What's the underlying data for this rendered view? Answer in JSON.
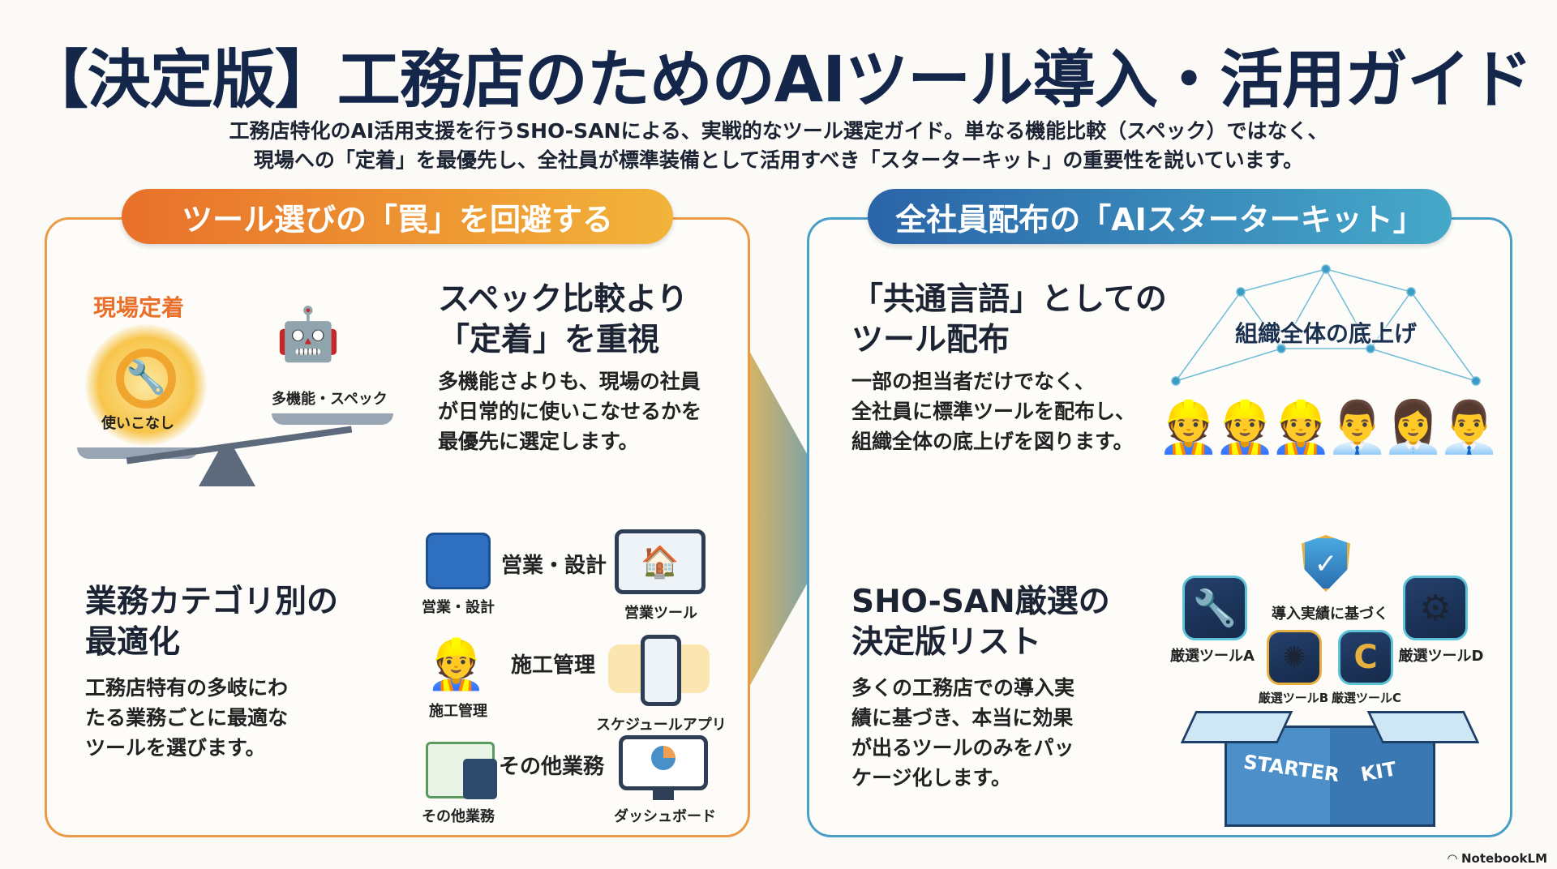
{
  "title": "【決定版】工務店のためのAIツール導入・活用ガイド",
  "subtitle": [
    "工務店特化のAI活用支援を行うSHO-SANによる、実戦的なツール選定ガイド。単なる機能比較（スペック）ではなく、",
    "現場への「定着」を最優先し、全社員が標準装備として活用すべき「スターターキット」の重要性を説いています。"
  ],
  "left": {
    "header": "ツール選びの「罠」を回避する",
    "section1": {
      "heading": [
        "スペック比較より",
        "「定着」を重視"
      ],
      "body": [
        "多機能さよりも、現場の社員",
        "が日常的に使いこなせるかを",
        "最優先に選定します。"
      ],
      "illustration": {
        "top_label": "現場定着",
        "left_label": "使いこなし",
        "right_label": "多機能・スペック"
      }
    },
    "section2": {
      "heading": [
        "業務カテゴリ別の",
        "最適化"
      ],
      "body": [
        "工務店特有の多岐にわ",
        "たる業務ごとに最適な",
        "ツールを選びます。"
      ],
      "categories": [
        {
          "name": "営業・設計",
          "left_label": "営業・設計",
          "right_label": "営業ツール",
          "left_icon": "blueprint-icon",
          "right_icon": "tablet-house-icon"
        },
        {
          "name": "施工管理",
          "left_label": "施工管理",
          "right_label": "スケジュールアプリ",
          "left_icon": "worker-crane-icon",
          "right_icon": "smartphone-calendar-icon"
        },
        {
          "name": "その他業務",
          "left_label": "その他業務",
          "right_label": "ダッシュボード",
          "left_icon": "spreadsheet-calculator-icon",
          "right_icon": "monitor-dashboard-icon"
        }
      ]
    }
  },
  "right": {
    "header": "全社員配布の「AIスターターキット」",
    "section1": {
      "heading": [
        "「共通言語」としての",
        "ツール配布"
      ],
      "body": [
        "一部の担当者だけでなく、",
        "全社員に標準ツールを配布し、",
        "組織全体の底上げを図ります。"
      ],
      "illustration_label": "組織全体の底上げ"
    },
    "section2": {
      "heading": [
        "SHO-SAN厳選の",
        "決定版リスト"
      ],
      "body": [
        "多くの工務店での導入実",
        "績に基づき、本当に効果",
        "が出るツールのみをパッ",
        "ケージ化します。"
      ],
      "badge": "導入実績に基づく",
      "tools": [
        "厳選ツールA",
        "厳選ツールB",
        "厳選ツールC",
        "厳選ツールD"
      ],
      "box_label": [
        "STARTER",
        "KIT"
      ]
    }
  },
  "watermark": "NotebookLM",
  "colors": {
    "title": "#14264a",
    "orange": "#e8702a",
    "gold": "#f2b43a",
    "blue": "#2a64a8",
    "teal": "#46a9c9"
  }
}
